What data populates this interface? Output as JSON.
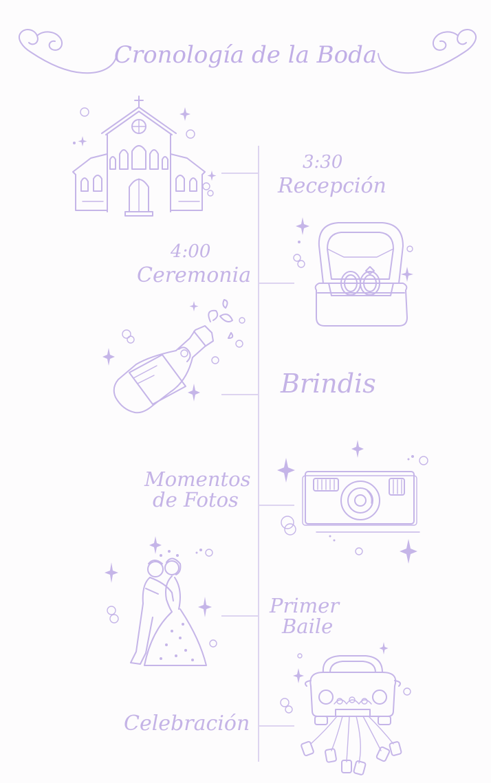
{
  "title": "Cronología de la Boda",
  "colors": {
    "accent": "#c4b3e6",
    "line": "#ddd4f0",
    "background": "#fdfcfd"
  },
  "events": [
    {
      "time": "3:30",
      "name": "Recepción",
      "icon": "church-icon"
    },
    {
      "time": "4:00",
      "name": "Ceremonia",
      "icon": "ring-box-icon"
    },
    {
      "name": "Brindis",
      "icon": "champagne-bottle-icon"
    },
    {
      "name_line1": "Momentos",
      "name_line2": "de Fotos",
      "icon": "camera-icon"
    },
    {
      "name_line1": "Primer",
      "name_line2": "Baile",
      "icon": "dancing-couple-icon"
    },
    {
      "name": "Celebración",
      "icon": "wedding-car-icon"
    }
  ]
}
